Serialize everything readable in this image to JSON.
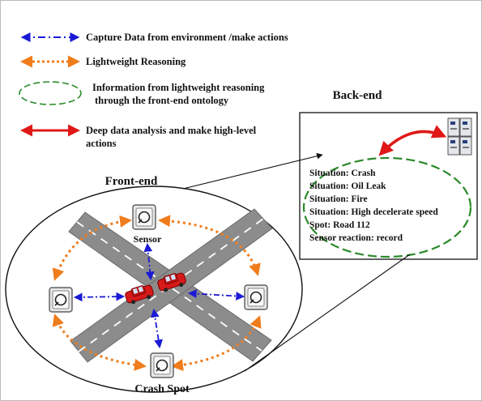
{
  "legend": {
    "capture_label": "Capture Data from environment /make actions",
    "reasoning_label": "Lightweight Reasoning",
    "info_label_line1": "Information from lightweight reasoning",
    "info_label_line2": "through the front-end ontology",
    "deep_label_line1": "Deep data analysis and make high-level",
    "deep_label_line2": "actions"
  },
  "back_end": {
    "title": "Back-end",
    "situations": [
      "Situation: Crash",
      "Situation: Oil Leak",
      "Situation: Fire",
      "Situation: High decelerate speed",
      "Spot: Road 112",
      "Sensor reaction: record"
    ]
  },
  "front_end": {
    "title": "Front-end",
    "sensor_label": "Sensor",
    "crash_spot_label": "Crash Spot"
  },
  "colors": {
    "capture": "#1a1ad6",
    "reasoning": "#f07c1c",
    "info": "#2a8a2a",
    "deep": "#e01818",
    "road": "#8c8c8c",
    "car": "#d61a1a"
  },
  "icons": [
    "sensor-icon",
    "car-icon",
    "server-icon"
  ]
}
